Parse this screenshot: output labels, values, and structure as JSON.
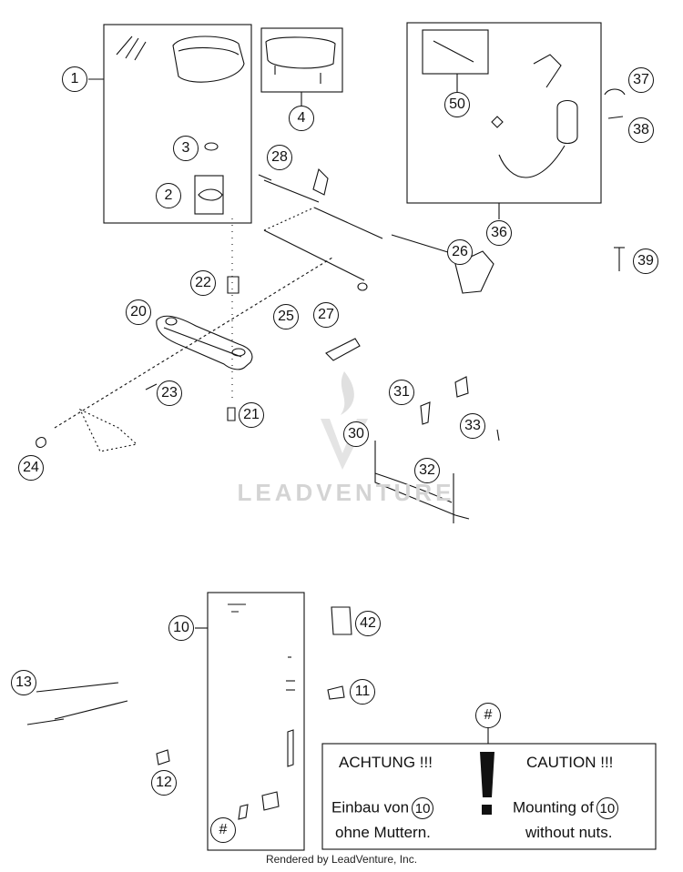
{
  "callouts": {
    "c1": "1",
    "c2": "2",
    "c3": "3",
    "c4": "4",
    "c10": "10",
    "c11": "11",
    "c12": "12",
    "c13": "13",
    "c20": "20",
    "c21": "21",
    "c22": "22",
    "c23": "23",
    "c24": "24",
    "c25": "25",
    "c26": "26",
    "c27": "27",
    "c28": "28",
    "c30": "30",
    "c31": "31",
    "c32": "32",
    "c33": "33",
    "c36": "36",
    "c37": "37",
    "c38": "38",
    "c39": "39",
    "c42": "42",
    "c50": "50",
    "hash_top": "#",
    "hash_box": "#"
  },
  "watermark": {
    "text": "LEADVENTURE"
  },
  "note": {
    "de_heading": "ACHTUNG !!!",
    "en_heading": "CAUTION !!!",
    "de_line1": "Einbau von",
    "de_line2": "ohne Muttern.",
    "en_line1": "Mounting of",
    "en_line2": "without nuts.",
    "ref": "10"
  },
  "footer": {
    "text": "Rendered by LeadVenture, Inc."
  }
}
